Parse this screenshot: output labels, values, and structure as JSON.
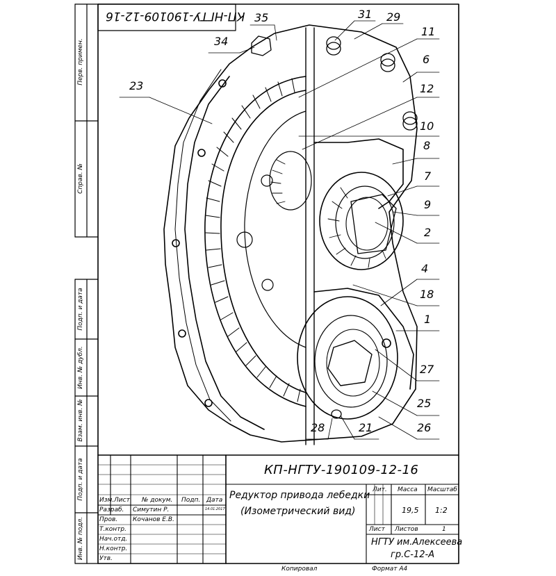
{
  "stamp": {
    "top_code_mirrored": "КП-НГТУ-190109-12-16",
    "designation": "КП-НГТУ-190109-12-16",
    "title_line1": "Редуктор привода лебедки",
    "title_line2": "(Изометрический вид)",
    "col_lit": "Лит.",
    "col_mass": "Масса",
    "col_scale": "Масштаб",
    "mass_value": "19,5",
    "scale_value": "1:2",
    "sheet_label": "Лист",
    "sheets_label": "Листов",
    "sheets_value": "1",
    "org_line1": "НГТУ им.Алексеева",
    "org_line2": "гр.С-12-А",
    "hdr_izm": "Изм.",
    "hdr_list": "Лист",
    "hdr_doc": "№ докум.",
    "hdr_sign": "Подп.",
    "hdr_date": "Дата",
    "role_razrab": "Разраб.",
    "role_prov": "Пров.",
    "role_tkontr": "Т.контр.",
    "role_nach": "Нач.отд.",
    "role_nkontr": "Н.контр.",
    "role_utv": "Утв.",
    "name_razrab": "Симутин Р.",
    "name_prov": "Кочанов Е.В.",
    "date_razrab": "14.01.2017"
  },
  "side_strip": {
    "perv_primen": "Перв. примен.",
    "sprav_no": "Справ. №",
    "podp_data_1": "Подп. и дата",
    "inv_dubl": "Инв. № дубл.",
    "vzam_inv": "Взам. инв. №",
    "podp_data_2": "Подп. и дата",
    "inv_podl": "Инв. № подл."
  },
  "footer": {
    "copied": "Копировал",
    "format": "Формат А4"
  },
  "callouts": [
    "35",
    "31",
    "29",
    "34",
    "11",
    "6",
    "23",
    "12",
    "10",
    "8",
    "7",
    "9",
    "2",
    "4",
    "18",
    "1",
    "27",
    "25",
    "28",
    "21",
    "26"
  ]
}
